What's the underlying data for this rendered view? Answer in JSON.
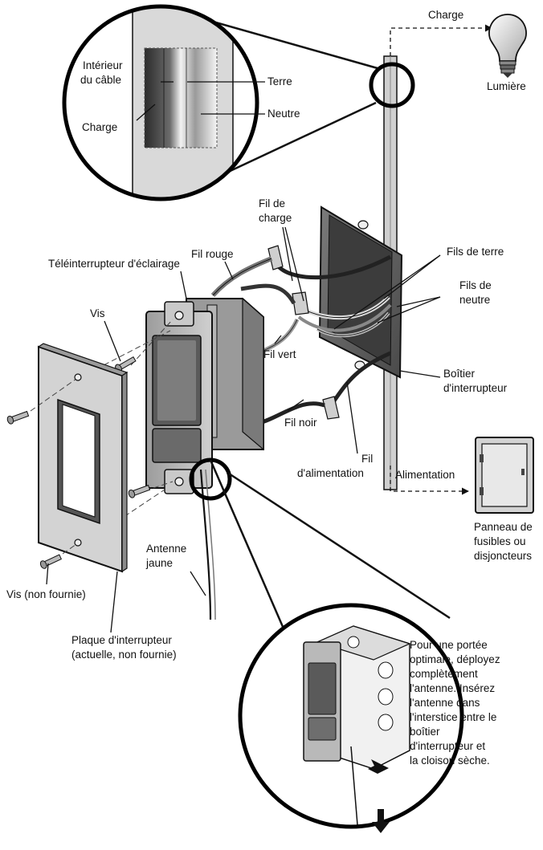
{
  "labels": {
    "charge_top": "Charge",
    "lumiere": "Lumière",
    "interieur_1": "Intérieur",
    "interieur_2": "du câble",
    "terre": "Terre",
    "neutre": "Neutre",
    "charge_cable": "Charge",
    "fil_de_charge_1": "Fil de",
    "fil_de_charge_2": "charge",
    "teleinterrupteur": "Téléinterrupteur d'éclairage",
    "fil_rouge": "Fil rouge",
    "fils_de_terre": "Fils de terre",
    "fils_de_neutre_1": "Fils de",
    "fils_de_neutre_2": "neutre",
    "vis": "Vis",
    "fil_vert": "Fil vert",
    "boitier_1": "Boîtier",
    "boitier_2": "d'interrupteur",
    "fil_noir": "Fil noir",
    "fil_alim_1": "Fil",
    "fil_alim_2": "d'alimentation",
    "alimentation": "Alimentation",
    "panneau_1": "Panneau de",
    "panneau_2": "fusibles ou",
    "panneau_3": "disjoncteurs",
    "antenne_1": "Antenne",
    "antenne_2": "jaune",
    "vis_non_fournie": "Vis (non fournie)",
    "plaque_1": "Plaque d'interrupteur",
    "plaque_2": "(actuelle, non fournie)"
  },
  "instruction_lines": [
    "Pour une portée",
    "optimale, déployez",
    "complètement",
    "l'antenne. Insérez",
    "l'antenne dans",
    "l'interstice entre le",
    "boîtier",
    "d'interrupteur et",
    "la cloison sèche."
  ],
  "colors": {
    "line": "#111111",
    "wall": "#d9d9d9",
    "box": "#5e5e5e",
    "device": "#bdbdbd",
    "plate": "#cfcfcf"
  }
}
